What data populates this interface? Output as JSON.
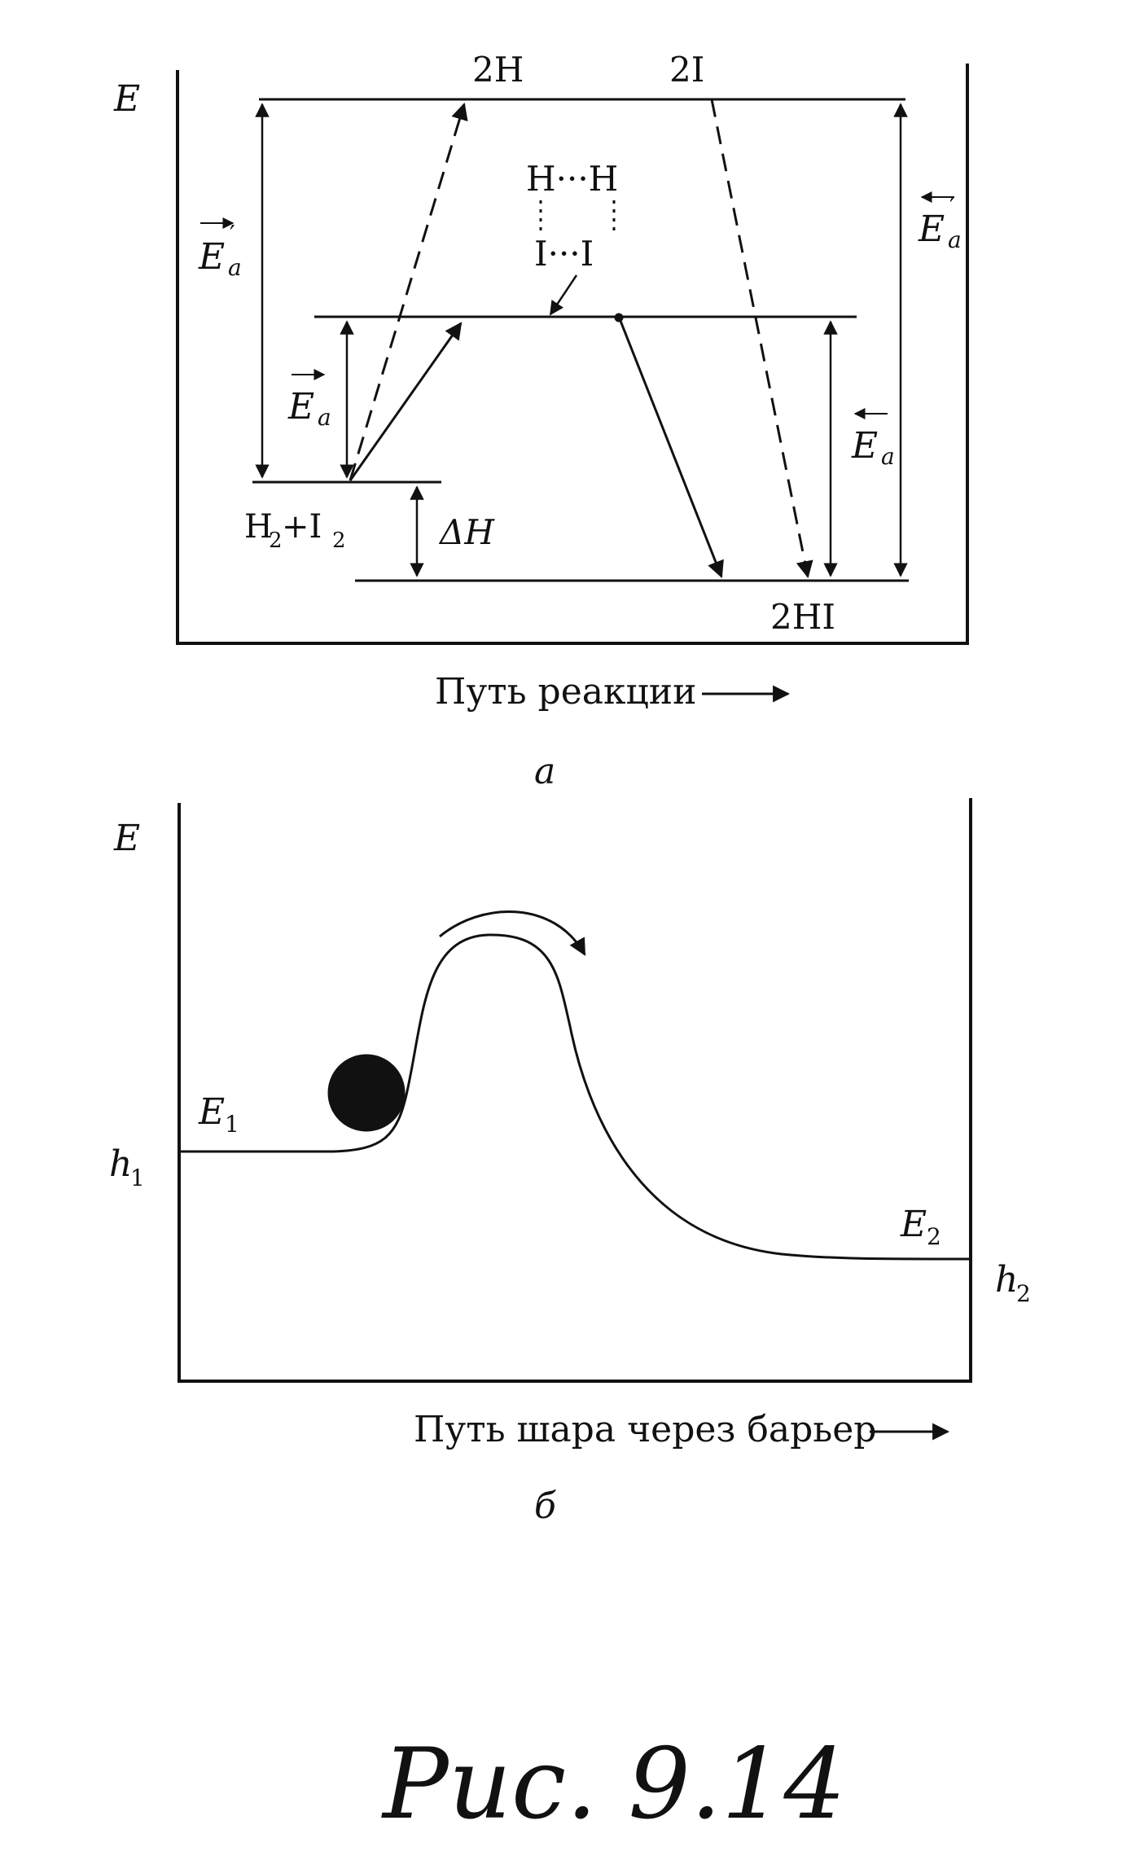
{
  "panel_a": {
    "axis_y": "E",
    "top_left": "2H",
    "top_right": "2I",
    "complex_top": "H···H",
    "complex_bottom": "I···I",
    "ea_prime_fwd": "E",
    "ea_prime_fwd_sub": "a",
    "ea_prime_fwd_prime": "′",
    "ea_prime_rev": "E",
    "ea_prime_rev_sub": "a",
    "ea_prime_rev_prime": "′",
    "ea_fwd": "E",
    "ea_fwd_sub": "a",
    "ea_rev": "E",
    "ea_rev_sub": "a",
    "reactants": "H",
    "reactants_sub1": "2",
    "reactants_plus": "+I",
    "reactants_sub2": "2",
    "delta_h": "ΔH",
    "product": "2HI",
    "axis_x": "Путь реакции",
    "caption": "а"
  },
  "panel_b": {
    "axis_y": "E",
    "e1": "E",
    "e1_sub": "1",
    "h1": "h",
    "h1_sub": "1",
    "e2": "E",
    "e2_sub": "2",
    "h2": "h",
    "h2_sub": "2",
    "axis_x": "Путь шара через барьер",
    "caption": "б"
  },
  "figure_label": "Рис. 9.14"
}
